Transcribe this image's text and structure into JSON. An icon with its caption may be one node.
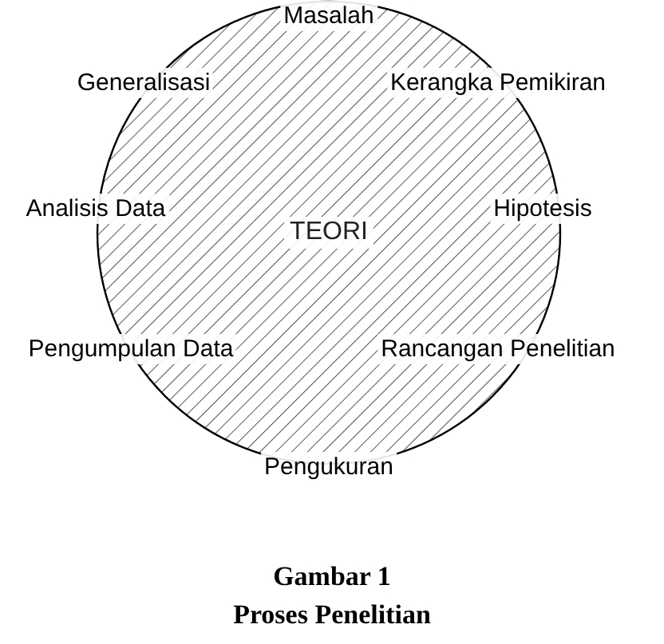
{
  "diagram": {
    "title": "Gambar 1",
    "caption": "Proses Penelitian",
    "nodes": [
      {
        "text": [
          "TEORI"
        ]
      }
    ],
    "labels": [
      "Masalah",
      "Generalisasi",
      "Kerangka Pemikiran",
      "Analisis Data",
      "Hipotesis",
      "Pengumpulan Data",
      "Rancangan Penelitian",
      "Pengukuran"
    ]
  }
}
